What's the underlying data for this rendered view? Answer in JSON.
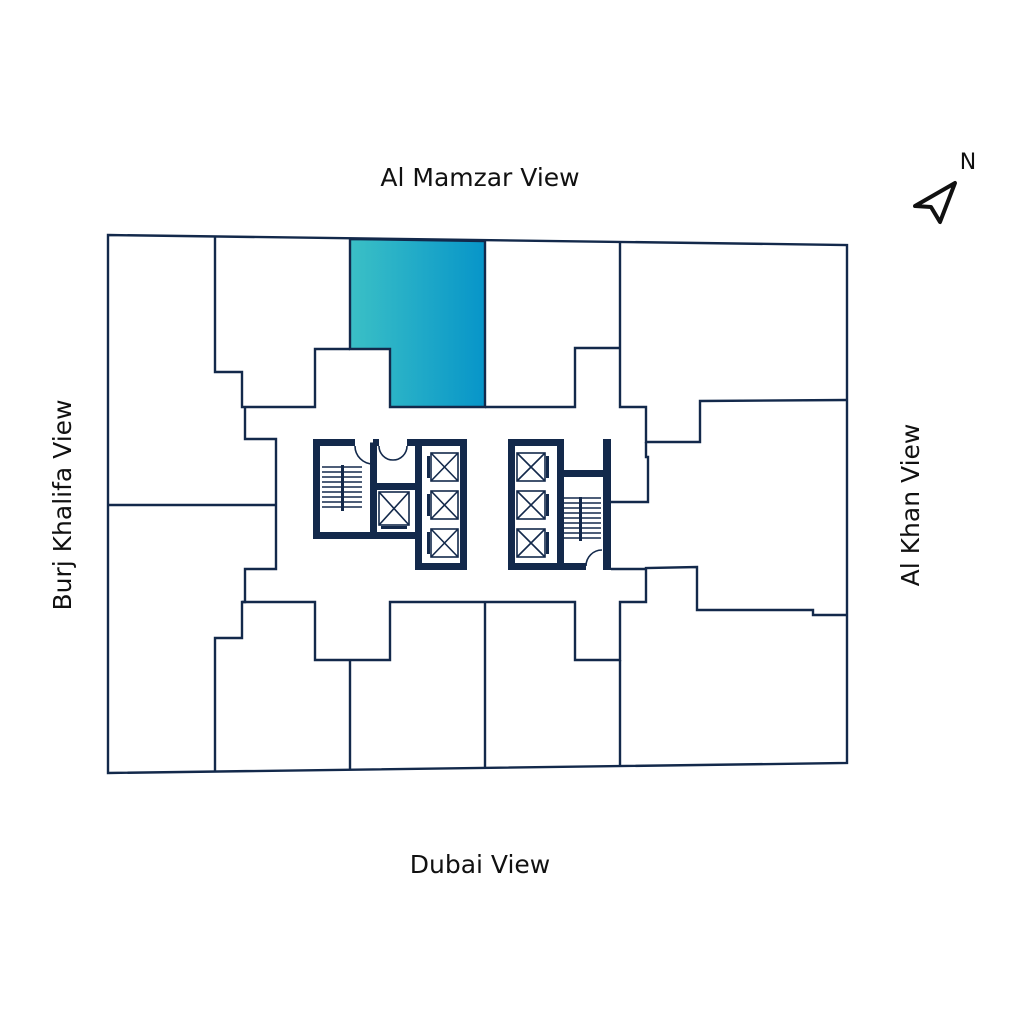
{
  "views": {
    "north": "Al Mamzar View",
    "south": "Dubai View",
    "west": "Burj Khalifa View",
    "east": "Al Khan View"
  },
  "compass": {
    "label": "N",
    "icon": "north-arrow-icon"
  },
  "colors": {
    "line": "#13294b",
    "highlight_start": "#3bc0c6",
    "highlight_end": "#0795c9"
  }
}
